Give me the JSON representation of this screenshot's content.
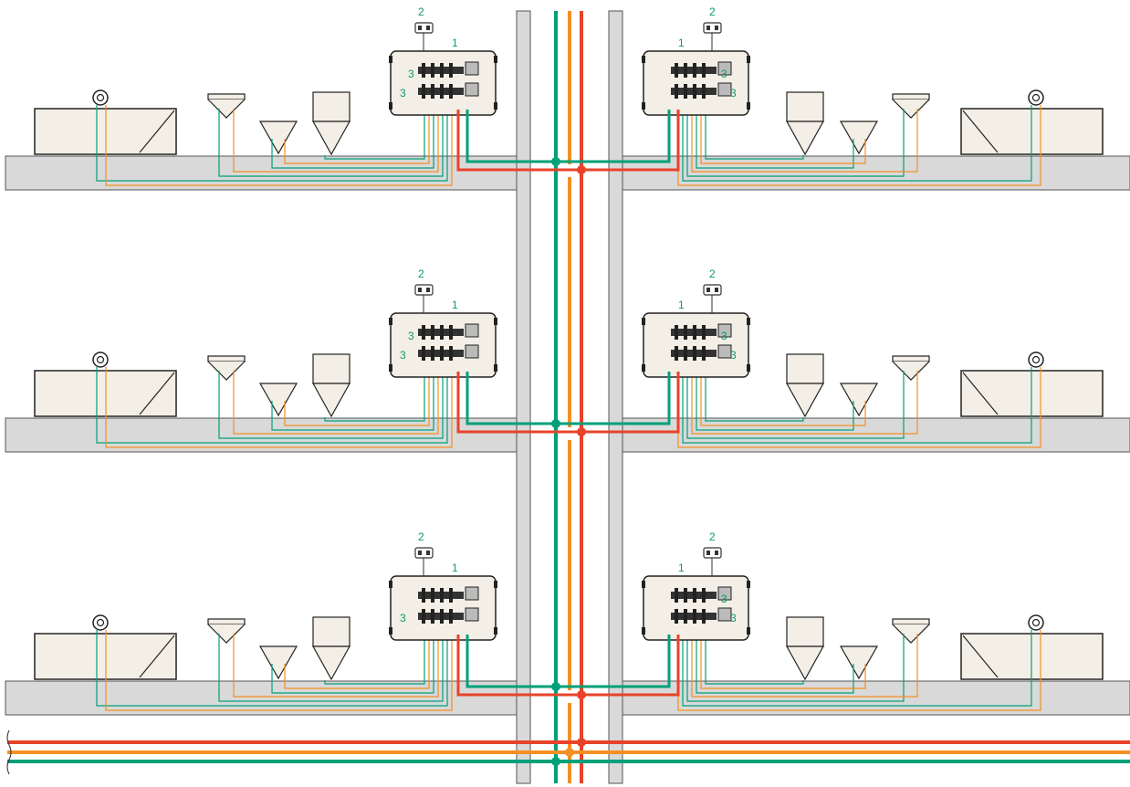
{
  "labels": {
    "distribution_unit": "1",
    "control_switch": "2",
    "manifold_connection": "3"
  },
  "floors": [
    {
      "level": "top"
    },
    {
      "level": "middle"
    },
    {
      "level": "bottom"
    }
  ],
  "fixtures_left": [
    "bathtub",
    "washbasin",
    "toilet",
    "cistern-toilet"
  ],
  "fixtures_right": [
    "cistern-toilet",
    "toilet",
    "washbasin",
    "bathtub"
  ],
  "pipes": [
    {
      "name": "hot-return",
      "color": "#e8432a"
    },
    {
      "name": "hot-supply",
      "color": "#f39023"
    },
    {
      "name": "cold-supply",
      "color": "#00a07a"
    }
  ],
  "colors": {
    "slab": "#d9d9d9",
    "shaft": "#d9d9d9",
    "fixture": "#f3efe6",
    "unit": "#f3efe6",
    "label_green": "#0a9a6a"
  }
}
